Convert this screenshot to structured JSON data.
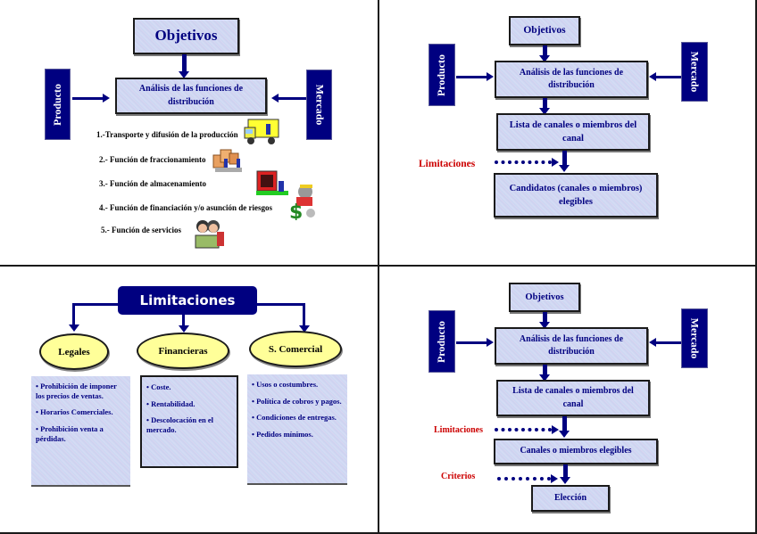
{
  "slide1": {
    "objetivos": "Objetivos",
    "analisis": "Análisis de las funciones de distribución",
    "producto": "Producto",
    "mercado": "Mercado",
    "functions": [
      {
        "label": "1.-Transporte y difusión de la producción",
        "icon": "truck-clipart-icon"
      },
      {
        "label": "2.- Función de fraccionamiento",
        "icon": "boxes-workers-clipart-icon"
      },
      {
        "label": "3.- Función de almacenamiento",
        "icon": "warehouse-clipart-icon"
      },
      {
        "label": "4.- Función de financiación y/o asunción de riesgos",
        "icon": "money-clipart-icon"
      },
      {
        "label": "5.- Función de servicios",
        "icon": "people-reading-clipart-icon"
      }
    ]
  },
  "slide2": {
    "objetivos": "Objetivos",
    "analisis": "Análisis de las funciones de distribución",
    "producto": "Producto",
    "mercado": "Mercado",
    "lista": "Lista de canales o miembros del canal",
    "limitaciones": "Limitaciones",
    "candidatos": "Candidatos (canales o miembros) elegibles"
  },
  "slide3": {
    "title": "Limitaciones",
    "categories": [
      {
        "label": "Legales",
        "items": [
          "• Prohibición de imponer los precios de ventas.",
          "• Horarios Comerciales.",
          "• Prohibición venta a pérdidas."
        ]
      },
      {
        "label": "Financieras",
        "items": [
          "• Coste.",
          "• Rentabilidad.",
          "• Descolocación en el mercado."
        ]
      },
      {
        "label": "S. Comercial",
        "items": [
          "• Usos o costumbres.",
          "• Política de cobros y pagos.",
          "• Condiciones de entregas.",
          "• Pedidos mínimos."
        ]
      }
    ]
  },
  "slide4": {
    "objetivos": "Objetivos",
    "analisis": "Análisis de las funciones de distribución",
    "producto": "Producto",
    "mercado": "Mercado",
    "lista": "Lista de canales o miembros del canal",
    "limitaciones": "Limitaciones",
    "elegibles": "Canales o miembros elegibles",
    "criterios": "Criterios",
    "eleccion": "Elección"
  }
}
